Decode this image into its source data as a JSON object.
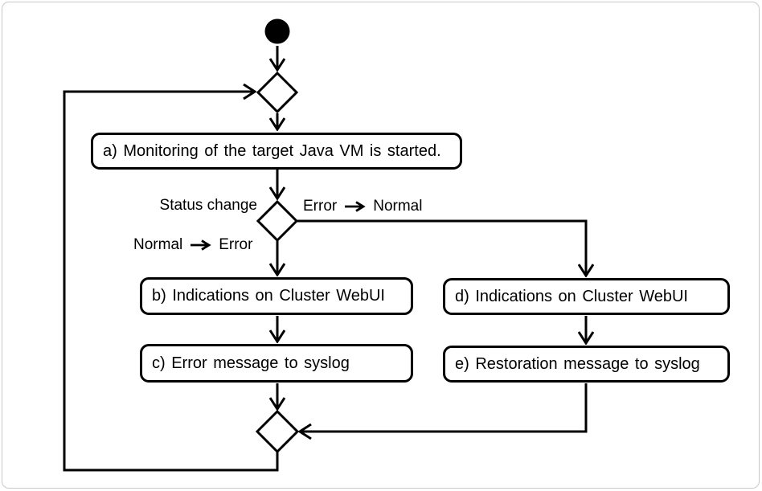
{
  "frame": {
    "background": "#ffffff",
    "border_color": "#c9c9c9",
    "line_color": "#000000"
  },
  "diagram": {
    "type": "activity-flowchart",
    "activities": [
      {
        "id": "a",
        "label": "a) Monitoring of the target Java VM is started."
      },
      {
        "id": "b",
        "label": "b) Indications on Cluster WebUI"
      },
      {
        "id": "c",
        "label": "c) Error message to syslog"
      },
      {
        "id": "d",
        "label": "d) Indications on Cluster WebUI"
      },
      {
        "id": "e",
        "label": "e) Restoration message to syslog"
      }
    ],
    "decision_label": "Status change",
    "branches": {
      "error_to_normal": {
        "from": "Error",
        "to": "Normal"
      },
      "normal_to_error": {
        "from": "Normal",
        "to": "Error"
      }
    }
  }
}
